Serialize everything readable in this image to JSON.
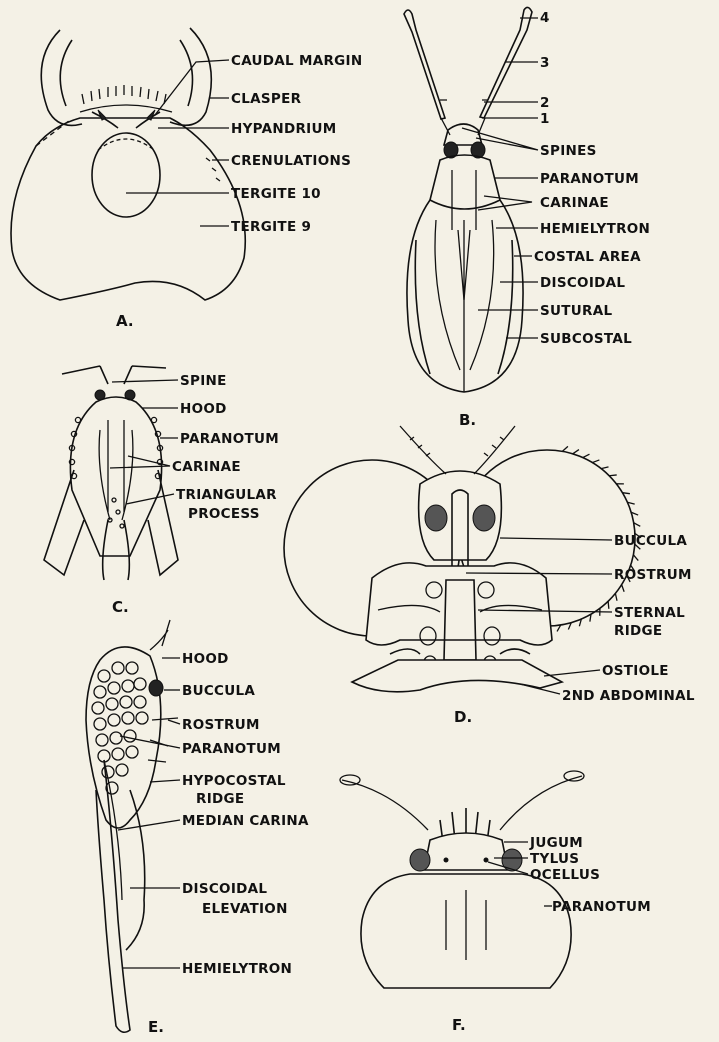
{
  "panels": {
    "a": {
      "letter": "A.",
      "labels": {
        "caudal_margin": "CAUDAL MARGIN",
        "clasper": "CLASPER",
        "hypandrium": "HYPANDRIUM",
        "crenulations": "CRENULATIONS",
        "tergite10": "TERGITE 10",
        "tergite9": "TERGITE 9"
      }
    },
    "b": {
      "letter": "B.",
      "labels": {
        "seg4": "4",
        "seg3": "3",
        "seg2": "2",
        "seg1": "1",
        "spines": "SPINES",
        "paranotum": "PARANOTUM",
        "carinae": "CARINAE",
        "hemielytron": "HEMIELYTRON",
        "costal_area": "COSTAL AREA",
        "discoidal": "DISCOIDAL",
        "sutural": "SUTURAL",
        "subcostal": "SUBCOSTAL"
      }
    },
    "c": {
      "letter": "C.",
      "labels": {
        "spine": "SPINE",
        "hood": "HOOD",
        "paranotum": "PARANOTUM",
        "carinae": "CARINAE",
        "triangular": "TRIANGULAR",
        "process": "PROCESS"
      }
    },
    "d": {
      "letter": "D.",
      "labels": {
        "buccula": "BUCCULA",
        "rostrum": "ROSTRUM",
        "sternal": "STERNAL",
        "ridge": "RIDGE",
        "ostiole": "OSTIOLE",
        "abdominal": "2ND ABDOMINAL"
      }
    },
    "e": {
      "letter": "E.",
      "labels": {
        "hood": "HOOD",
        "buccula": "BUCCULA",
        "rostrum": "ROSTRUM",
        "paranotum": "PARANOTUM",
        "hypocostal": "HYPOCOSTAL",
        "ridge": "RIDGE",
        "median_carina": "MEDIAN CARINA",
        "discoidal": "DISCOIDAL",
        "elevation": "ELEVATION",
        "hemielytron": "HEMIELYTRON"
      }
    },
    "f": {
      "letter": "F.",
      "labels": {
        "jugum": "JUGUM",
        "tylus": "TYLUS",
        "ocellus": "OCELLUS",
        "paranotum": "PARANOTUM"
      }
    }
  }
}
